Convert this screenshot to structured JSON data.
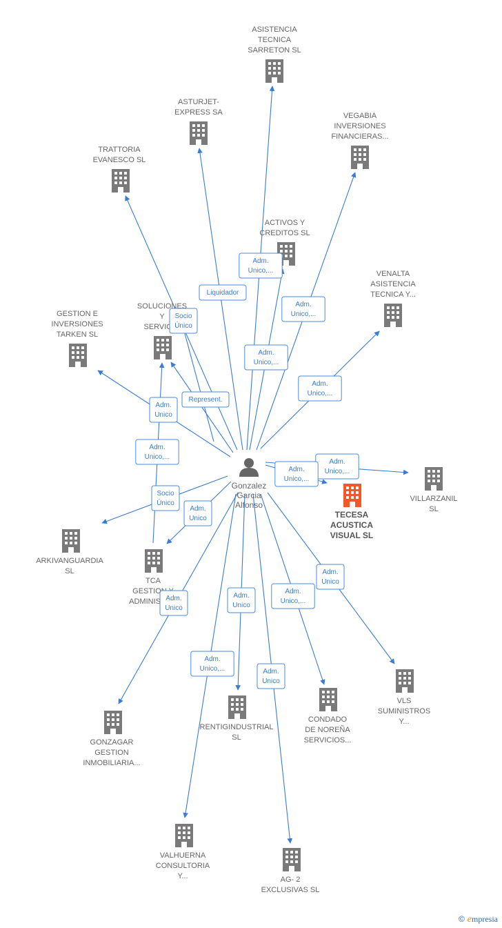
{
  "colors": {
    "edge": "#3a7bd5",
    "company": "#7a7a7a",
    "main_company": "#f05a28",
    "person": "#666666"
  },
  "person": {
    "icon": "person-icon",
    "label_lines": [
      "Gonzalez",
      "Garcia",
      "Alfonso"
    ]
  },
  "companies": [
    {
      "id": "asistencia",
      "lines": [
        "ASISTENCIA",
        "TECNICA",
        "SARRETON  SL"
      ]
    },
    {
      "id": "asturjet",
      "lines": [
        "ASTURJET-",
        "EXPRESS SA"
      ]
    },
    {
      "id": "vegabia",
      "lines": [
        "VEGABIA",
        "INVERSIONES",
        "FINANCIERAS..."
      ]
    },
    {
      "id": "trattoria",
      "lines": [
        "TRATTORIA",
        "EVANESCO  SL"
      ]
    },
    {
      "id": "activos",
      "lines": [
        "ACTIVOS Y",
        "CREDITOS SL"
      ]
    },
    {
      "id": "venalta",
      "lines": [
        "VENALTA",
        "ASISTENCIA",
        "TECNICA Y..."
      ]
    },
    {
      "id": "gestion",
      "lines": [
        "GESTION E",
        "INVERSIONES",
        "TARKEN  SL"
      ]
    },
    {
      "id": "soluciones",
      "lines": [
        "SOLUCIONES",
        "Y",
        "SERVICI..."
      ]
    },
    {
      "id": "villarzanil",
      "lines": [
        "VILLARZANIL",
        "SL"
      ]
    },
    {
      "id": "tecesa",
      "lines": [
        "TECESA",
        "ACUSTICA",
        "VISUAL  SL"
      ],
      "main": true
    },
    {
      "id": "arkivanguardia",
      "lines": [
        "ARKIVANGUARDIA",
        "SL"
      ]
    },
    {
      "id": "tca",
      "lines": [
        "TCA",
        "GESTION Y",
        "ADMINISTR..."
      ]
    },
    {
      "id": "vls",
      "lines": [
        "VLS",
        "SUMINISTROS",
        "Y..."
      ]
    },
    {
      "id": "gonzagar",
      "lines": [
        "GONZAGAR",
        "GESTION",
        "INMOBILIARIA..."
      ]
    },
    {
      "id": "rentig",
      "lines": [
        "RENTIGINDUSTRIAL",
        "SL"
      ]
    },
    {
      "id": "condado",
      "lines": [
        "CONDADO",
        "DE NOREÑA",
        "SERVICIOS..."
      ]
    },
    {
      "id": "valhuerna",
      "lines": [
        "VALHUERNA",
        "CONSULTORIA",
        "Y..."
      ]
    },
    {
      "id": "ag2",
      "lines": [
        "AG- 2",
        "EXCLUSIVAS SL"
      ]
    }
  ],
  "edges": [
    {
      "target": "asistencia",
      "label": [
        "Adm.",
        "Unico,..."
      ]
    },
    {
      "target": "asturjet",
      "label": [
        "Liquidador"
      ]
    },
    {
      "target": "vegabia",
      "label": [
        "Adm.",
        "Unico,..."
      ]
    },
    {
      "target": "trattoria",
      "label": []
    },
    {
      "target": "activos",
      "label": [
        "Adm.",
        "Unico,..."
      ]
    },
    {
      "target": "venalta",
      "label": [
        "Adm.",
        "Unico,..."
      ]
    },
    {
      "target": "gestion",
      "label": [
        "Adm.",
        "Unico"
      ]
    },
    {
      "target": "soluciones",
      "label": [
        "Represent."
      ]
    },
    {
      "target": "soluciones",
      "label": [
        "Socio",
        "Único"
      ]
    },
    {
      "target": "villarzanil",
      "label": [
        "Adm.",
        "Unico,..."
      ]
    },
    {
      "target": "tecesa",
      "label": [
        "Adm.",
        "Unico,..."
      ]
    },
    {
      "target": "arkivanguardia",
      "label": [
        "Socio",
        "Único"
      ]
    },
    {
      "target": "tca",
      "label": [
        "Adm.",
        "Unico"
      ]
    },
    {
      "target": "soluciones",
      "label": [
        "Adm.",
        "Unico,..."
      ]
    },
    {
      "target": "vls",
      "label": [
        "Adm.",
        "Unico"
      ]
    },
    {
      "target": "gonzagar",
      "label": [
        "Adm.",
        "Unico"
      ]
    },
    {
      "target": "rentig",
      "label": [
        "Adm.",
        "Unico"
      ]
    },
    {
      "target": "condado",
      "label": [
        "Adm.",
        "Unico,..."
      ]
    },
    {
      "target": "valhuerna",
      "label": [
        "Adm.",
        "Unico,..."
      ]
    },
    {
      "target": "ag2",
      "label": [
        "Adm.",
        "Unico"
      ]
    }
  ],
  "brand": {
    "copyright": "©",
    "first": "e",
    "rest": "mpresia"
  }
}
